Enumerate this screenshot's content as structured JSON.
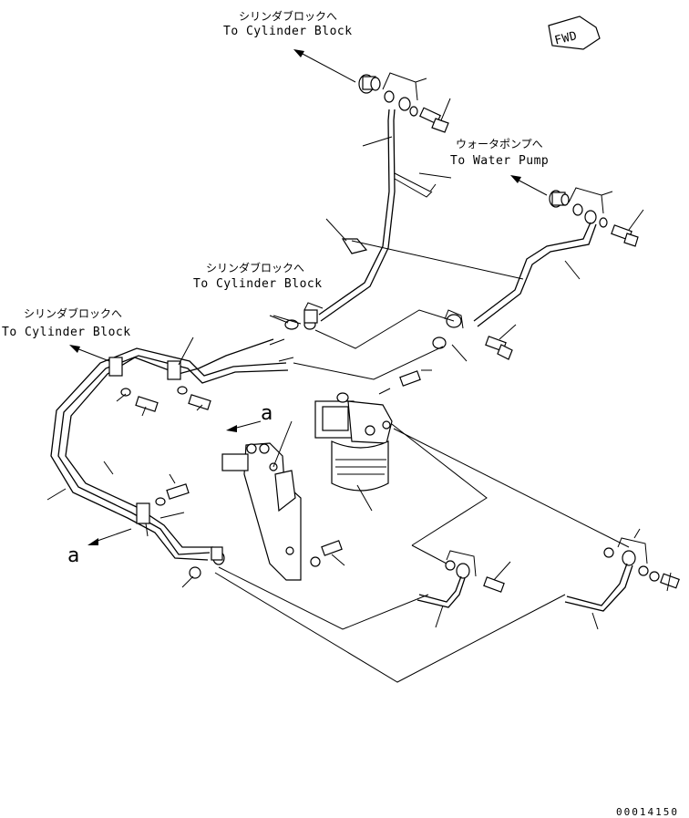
{
  "labels": {
    "cyl_block_top_jp": "シリンダブロックへ",
    "cyl_block_top_en": "To Cylinder Block",
    "water_pump_jp": "ウォータポンプへ",
    "water_pump_en": "To Water Pump",
    "cyl_block_mid_jp": "シリンダブロックへ",
    "cyl_block_mid_en": "To Cylinder Block",
    "cyl_block_left_jp": "シリンダブロックへ",
    "cyl_block_left_en": "To Cylinder Block",
    "fwd": "FWD",
    "view_a_upper": "a",
    "view_a_lower": "a",
    "drawing_code": "00014150"
  }
}
